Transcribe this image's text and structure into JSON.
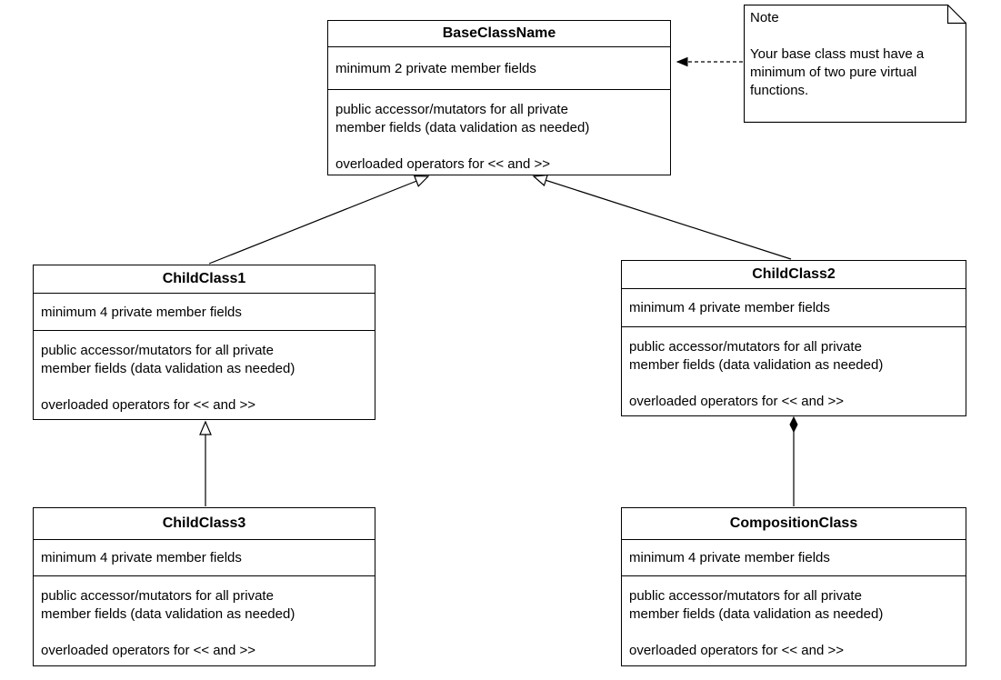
{
  "canvas": {
    "background_color": "#ffffff",
    "box_fill_color": "#ffffff",
    "line_color": "#000000"
  },
  "classes": [
    {
      "name": "BaseClassName",
      "attributes": "minimum 2 private member fields",
      "method_lines": [
        "public accessor/mutators for all private",
        "member fields (data validation as needed)"
      ],
      "operators_line": "overloaded operators for << and >>"
    },
    {
      "name": "ChildClass1",
      "attributes": "minimum 4 private member fields",
      "method_lines": [
        "public accessor/mutators for all private",
        "member fields (data validation as needed)"
      ],
      "operators_line": "overloaded operators for << and >>"
    },
    {
      "name": "ChildClass2",
      "attributes": "minimum 4 private member fields",
      "method_lines": [
        "public accessor/mutators for all private",
        "member fields (data validation as needed)"
      ],
      "operators_line": "overloaded operators for << and >>"
    },
    {
      "name": "ChildClass3",
      "attributes": "minimum 4 private member fields",
      "method_lines": [
        "public accessor/mutators for all private",
        "member fields (data validation as needed)"
      ],
      "operators_line": "overloaded operators for << and >>"
    },
    {
      "name": "CompositionClass",
      "attributes": "minimum 4 private member fields",
      "method_lines": [
        "public accessor/mutators for all private",
        "member fields (data validation as needed)"
      ],
      "operators_line": "overloaded operators for << and >>"
    }
  ],
  "note": {
    "title": "Note",
    "body_lines": [
      "Your base class must have a",
      "minimum of two pure virtual",
      "functions."
    ]
  },
  "relationships": [
    {
      "from": "ChildClass1",
      "to": "BaseClassName",
      "type": "generalization"
    },
    {
      "from": "ChildClass2",
      "to": "BaseClassName",
      "type": "generalization"
    },
    {
      "from": "ChildClass3",
      "to": "ChildClass1",
      "type": "generalization"
    },
    {
      "from": "CompositionClass",
      "to": "ChildClass2",
      "type": "composition"
    },
    {
      "from": "Note",
      "to": "BaseClassName",
      "type": "note-link"
    }
  ]
}
